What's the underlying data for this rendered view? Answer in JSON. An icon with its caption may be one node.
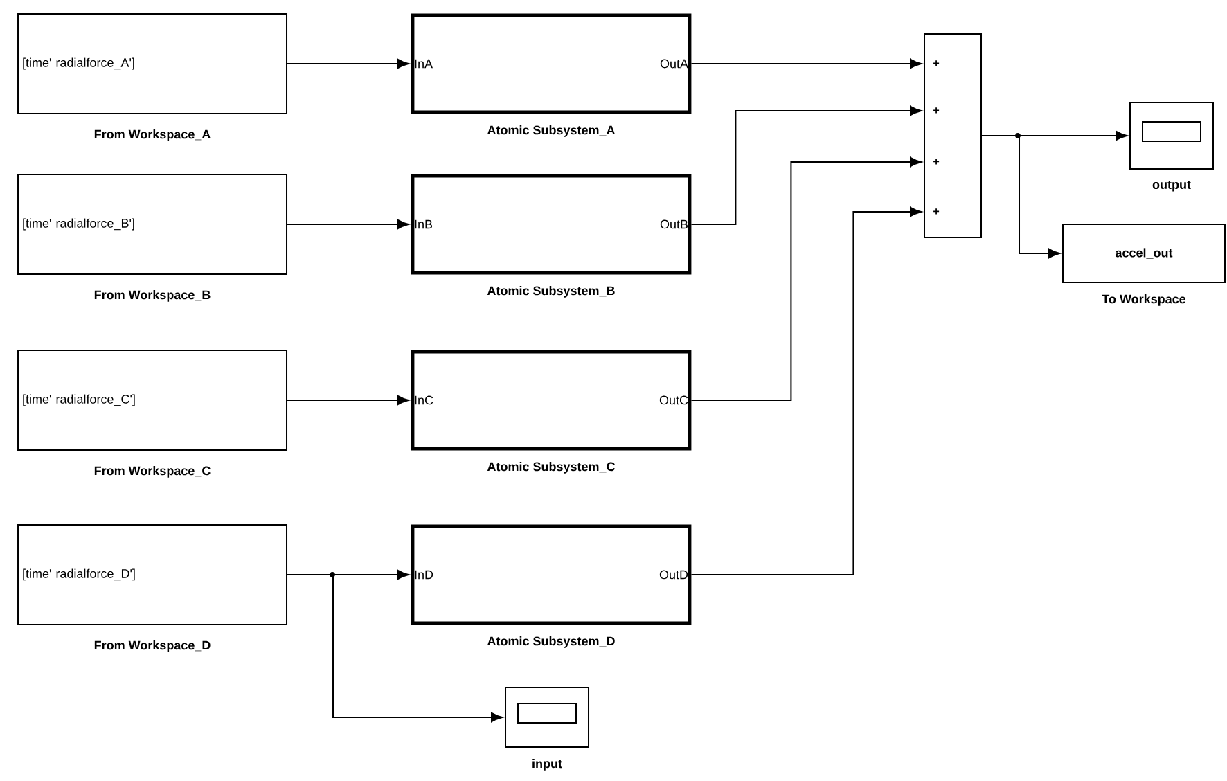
{
  "diagram": {
    "nodes": [
      {
        "text": [
          "[time' radialforce_A']",
          "From Workspace_A"
        ]
      },
      {
        "text": [
          "[time' radialforce_B']",
          "From Workspace_B"
        ]
      },
      {
        "text": [
          "[time' radialforce_C']",
          "From Workspace_C"
        ]
      },
      {
        "text": [
          "[time' radialforce_D']",
          "From Workspace_D"
        ]
      },
      {
        "text": [
          "InA",
          "OutA",
          "Atomic Subsystem_A"
        ]
      },
      {
        "text": [
          "InB",
          "OutB",
          "Atomic Subsystem_B"
        ]
      },
      {
        "text": [
          "InC",
          "OutC",
          "Atomic Subsystem_C"
        ]
      },
      {
        "text": [
          "InD",
          "OutD",
          "Atomic Subsystem_D"
        ]
      },
      {
        "text": [
          "+",
          "+",
          "+",
          "+"
        ]
      },
      {
        "text": [
          "output"
        ]
      },
      {
        "text": [
          "accel_out",
          "To Workspace"
        ]
      },
      {
        "text": [
          "input"
        ]
      }
    ],
    "edges": [
      {
        "from": 0,
        "to": 4,
        "arrow": "to"
      },
      {
        "from": 1,
        "to": 5,
        "arrow": "to"
      },
      {
        "from": 2,
        "to": 6,
        "arrow": "to"
      },
      {
        "from": 3,
        "to": 7,
        "arrow": "to"
      },
      {
        "from": 4,
        "to": 8,
        "arrow": "to"
      },
      {
        "from": 5,
        "to": 8,
        "arrow": "to"
      },
      {
        "from": 6,
        "to": 8,
        "arrow": "to"
      },
      {
        "from": 7,
        "to": 8,
        "arrow": "to"
      },
      {
        "from": 8,
        "to": 9,
        "arrow": "to"
      },
      {
        "from": 8,
        "to": 10,
        "arrow": "to"
      },
      {
        "from": 3,
        "to": 11,
        "arrow": "to"
      }
    ]
  }
}
